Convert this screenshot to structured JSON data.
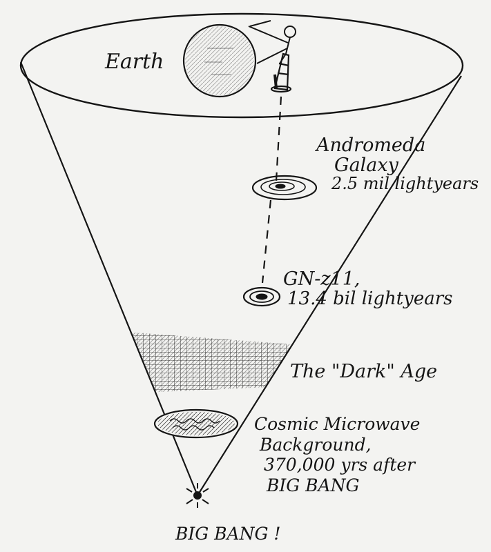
{
  "labels": {
    "earth": "Earth",
    "andromeda": [
      "Andromeda",
      "Galaxy",
      "2.5 mil lightyears"
    ],
    "gnz11": [
      "GN-z11,",
      "13.4 bil lightyears"
    ],
    "dark_age": "The \"Dark\" Age",
    "cmb": [
      "Cosmic Microwave",
      "Background,",
      "370,000 yrs after",
      "BIG BANG"
    ],
    "big_bang": "BIG BANG !"
  },
  "colors": {
    "ink": "#151515",
    "paper": "#f3f3f1"
  }
}
